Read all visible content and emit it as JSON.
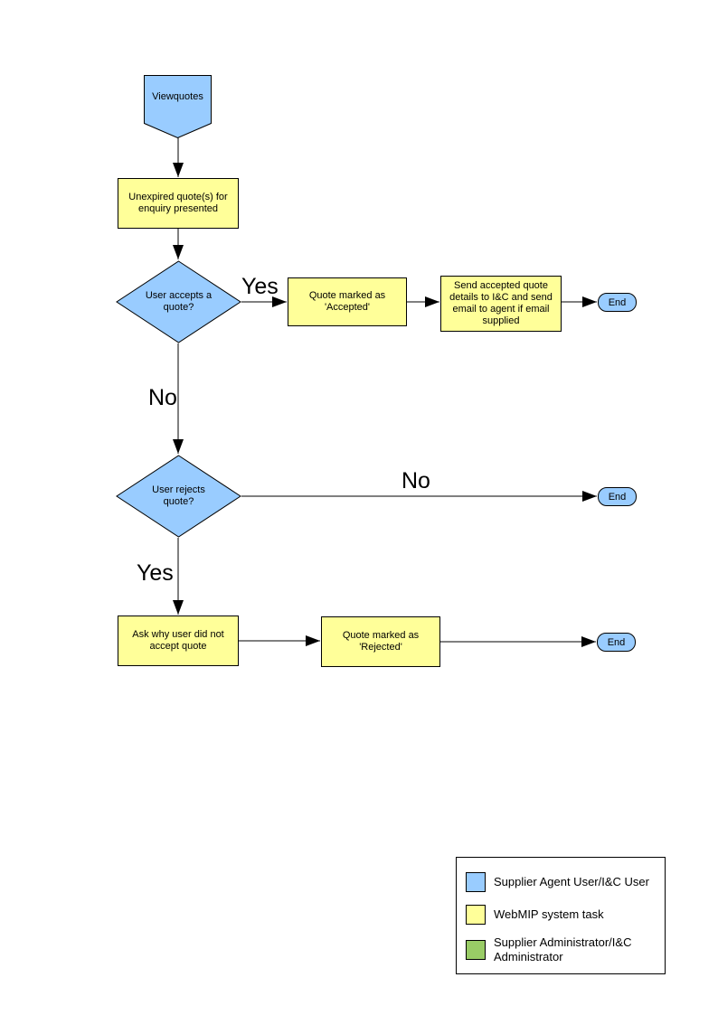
{
  "colors": {
    "user_shape_blue": "#99CCFF",
    "system_task_yellow": "#FFFF99",
    "admin_green": "#99CC66",
    "line_black": "#000000",
    "page_background": "#FFFFFF"
  },
  "flowchart": {
    "start": {
      "label": "Viewquotes"
    },
    "unexpired_box": {
      "label": "Unexpired quote(s) for enquiry presented"
    },
    "accepts_decision": {
      "label": "User accepts a quote?"
    },
    "accepted_box": {
      "label": "Quote  marked as 'Accepted'"
    },
    "send_details_box": {
      "label": "Send accepted quote details to I&C and send email to agent if email supplied"
    },
    "end_accepted": {
      "label": "End"
    },
    "rejects_decision": {
      "label": "User rejects quote?"
    },
    "end_not_rejected": {
      "label": "End"
    },
    "ask_why_box": {
      "label": "Ask why user did not accept quote"
    },
    "rejected_box": {
      "label": "Quote  marked as 'Rejected'"
    },
    "end_rejected": {
      "label": "End"
    },
    "edge_labels": {
      "accepts_yes": "Yes",
      "accepts_no": "No",
      "rejects_no": "No",
      "rejects_yes": "Yes"
    }
  },
  "legend": {
    "items": [
      {
        "color": "#99CCFF",
        "label": "Supplier Agent User/I&C User"
      },
      {
        "color": "#FFFF99",
        "label": "WebMIP system task"
      },
      {
        "color": "#99CC66",
        "label": "Supplier Administrator/I&C Administrator"
      }
    ]
  }
}
